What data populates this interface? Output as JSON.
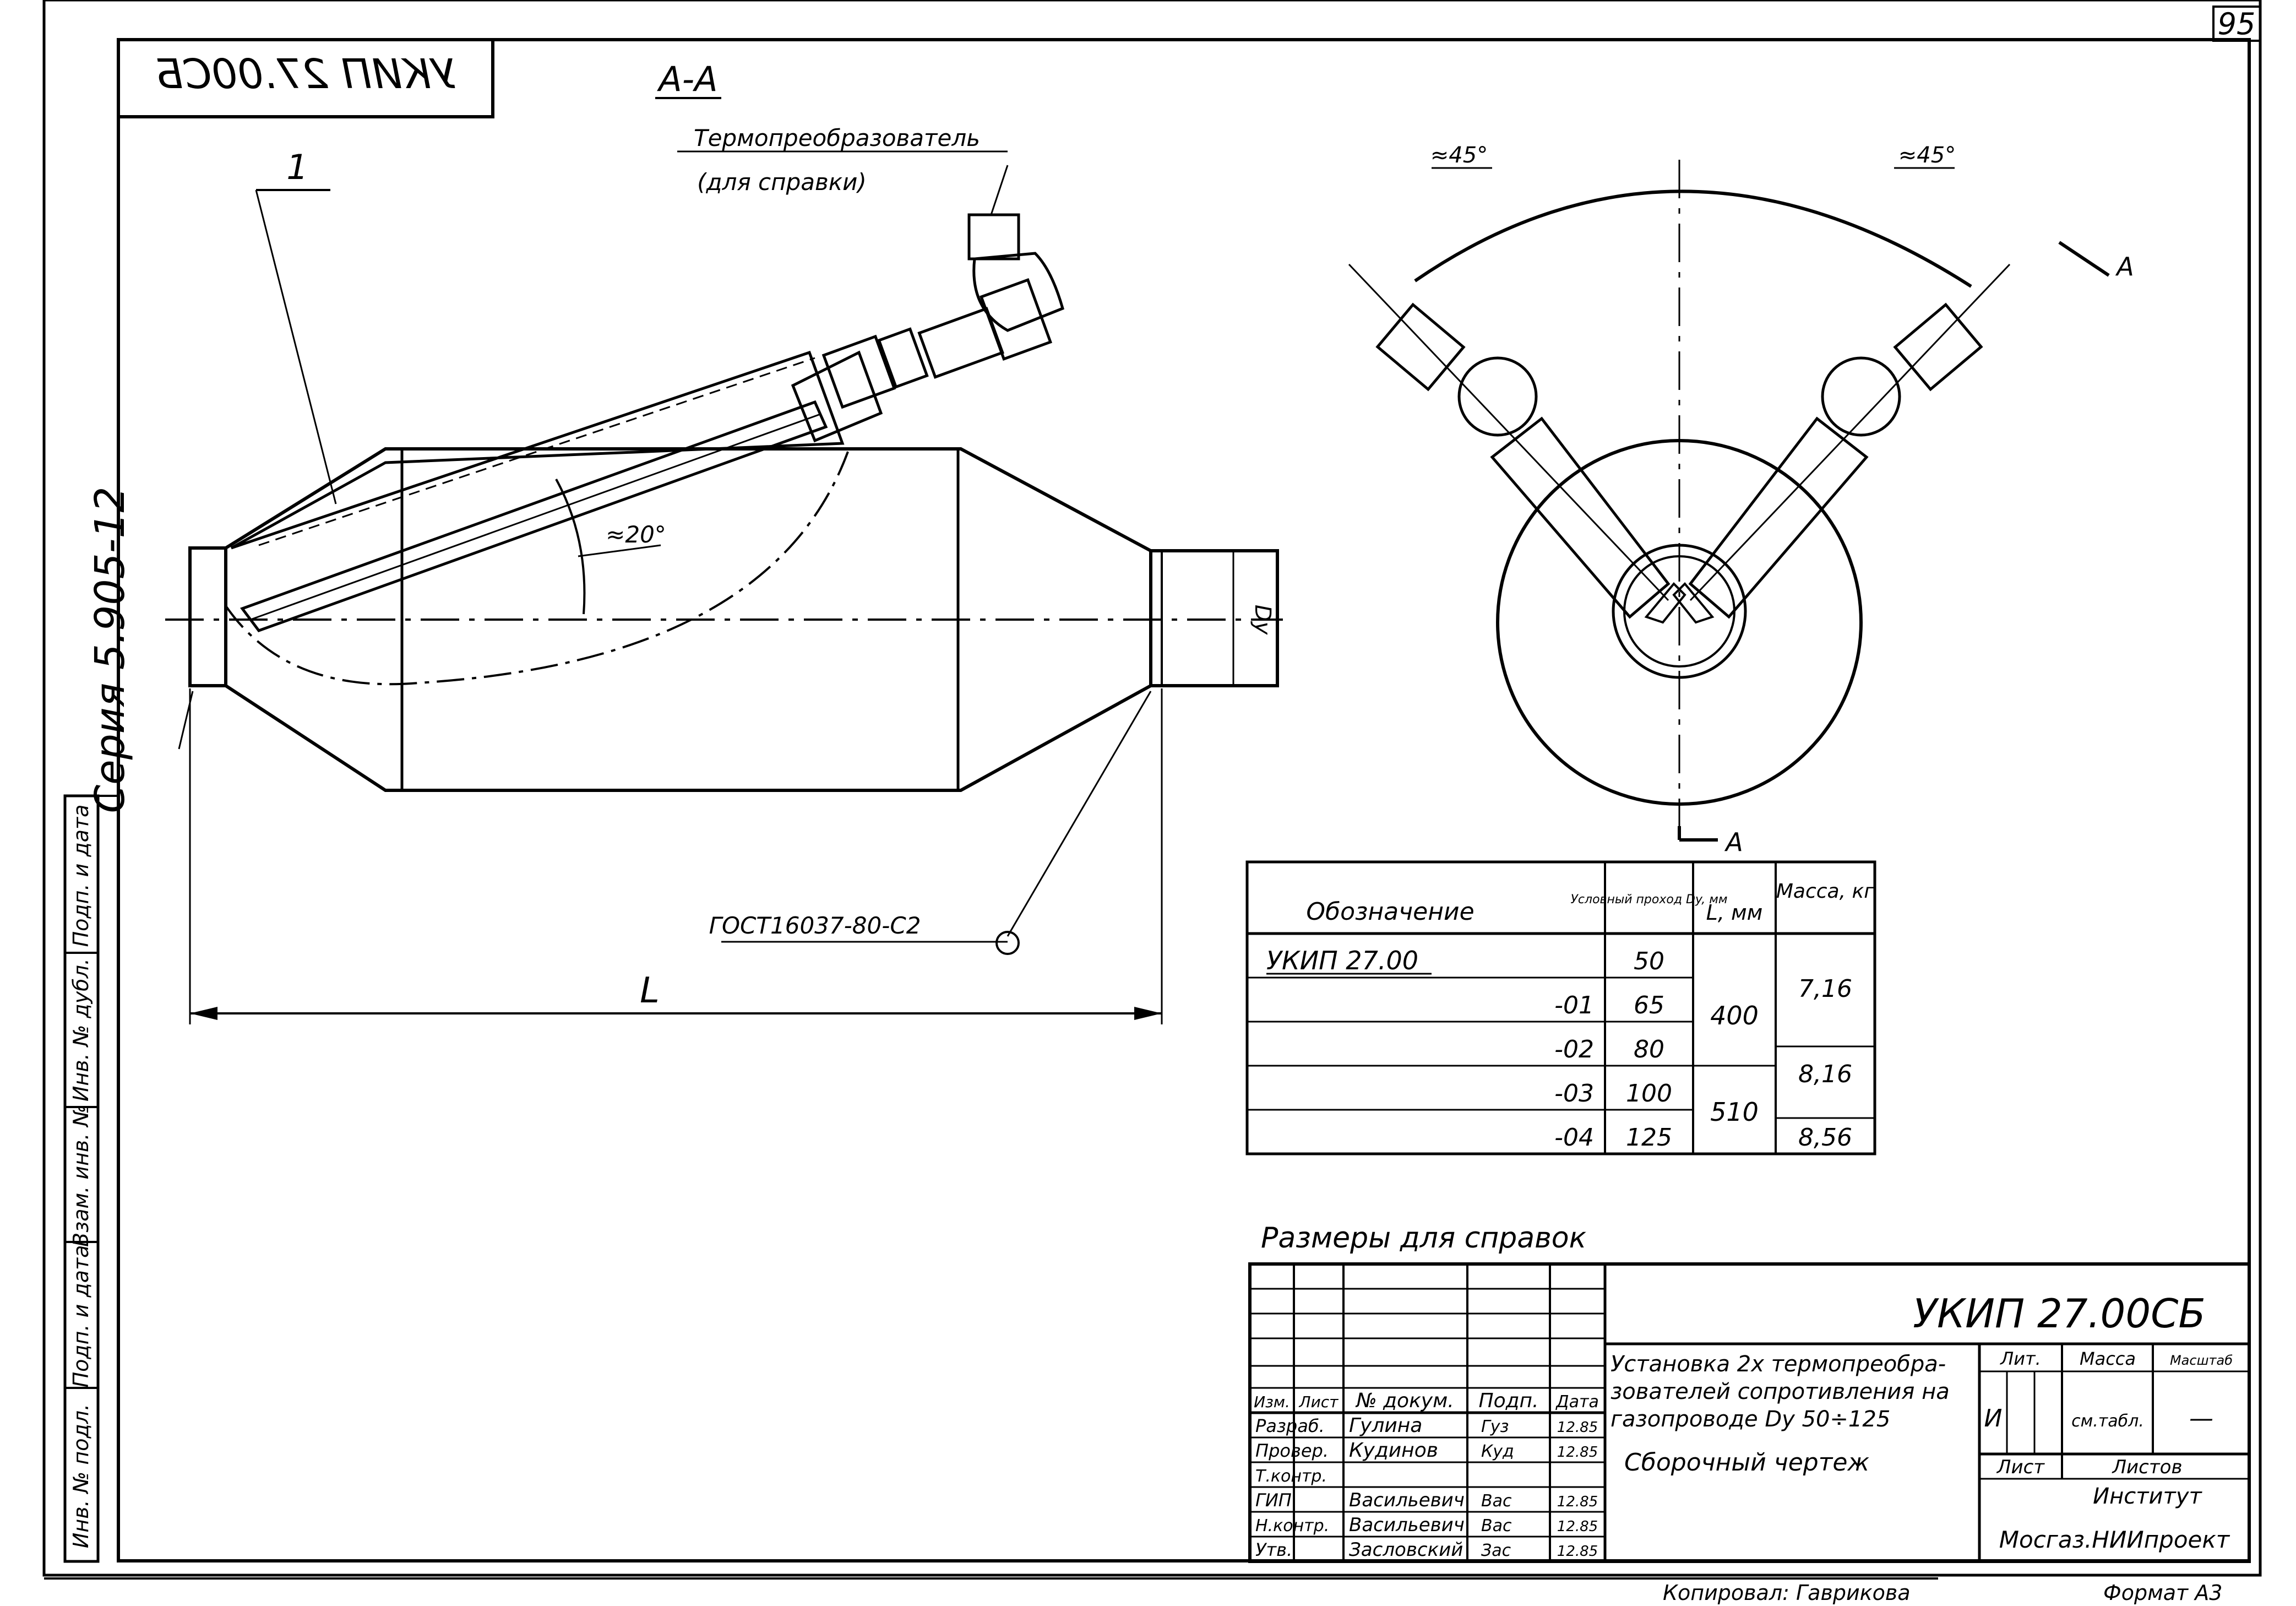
{
  "sheet": {
    "page_number": "95",
    "series": "Серия 5.905-12",
    "code_mirrored": "УКИП 27.00СБ"
  },
  "drawing": {
    "section_label": "А-А",
    "section_mark": "А",
    "callout_1": "1",
    "sensor_label": "Термопреобразователь",
    "sensor_note": "(для справки)",
    "angle_20": "≈20°",
    "angle_45_left": "≈45°",
    "angle_45_right": "≈45°",
    "dim_dy": "Dy",
    "dim_L": "L",
    "weld_label": "ГОСТ16037-80-С2",
    "ref_note": "Размеры для справок"
  },
  "spec_table": {
    "headers": [
      "Обозначение",
      "Условный проход Dy, мм",
      "L, мм",
      "Масса, кг"
    ],
    "rows": [
      {
        "designation": "УКИП 27.00",
        "dy": "50"
      },
      {
        "designation": "-01",
        "dy": "65"
      },
      {
        "designation": "-02",
        "dy": "80"
      },
      {
        "designation": "-03",
        "dy": "100"
      },
      {
        "designation": "-04",
        "dy": "125"
      }
    ],
    "L_values": [
      "400",
      "510"
    ],
    "mass_values": [
      "7,16",
      "8,16",
      "8,56"
    ]
  },
  "title_block": {
    "code": "УКИП 27.00СБ",
    "name_line1": "Установка 2х термопреобра-",
    "name_line2": "зователей сопротивления на",
    "name_line3": "газопроводе Dy 50÷125",
    "doc_type": "Сборочный чертеж",
    "col_headers": [
      "Изм.",
      "Лист",
      "№ докум.",
      "Подп.",
      "Дата"
    ],
    "people": [
      {
        "role": "Разраб.",
        "name": "Гулина",
        "sign": "Гуз",
        "date": "12.85"
      },
      {
        "role": "Провер.",
        "name": "Кудинов",
        "sign": "Куд",
        "date": "12.85"
      },
      {
        "role": "Т.контр.",
        "name": "",
        "sign": "",
        "date": ""
      },
      {
        "role": "ГИП",
        "name": "Васильевич",
        "sign": "Вас",
        "date": "12.85"
      },
      {
        "role": "Н.контр.",
        "name": "Васильевич",
        "sign": "Вас",
        "date": "12.85"
      },
      {
        "role": "Утв.",
        "name": "Засловский",
        "sign": "Зас",
        "date": "12.85"
      }
    ],
    "lit_label": "Лит.",
    "mass_label": "Масса",
    "scale_label": "Масштаб",
    "lit_value": "И",
    "mass_value": "см.табл.",
    "scale_value": "—",
    "sheet_label": "Лист",
    "sheets_label": "Листов",
    "institute_label": "Институт",
    "institute_name": "Мосгаз.НИИпроект",
    "copied_by": "Копировал: Гаврикова",
    "format": "Формат А3"
  },
  "side_stamps": [
    "Инв. № подл.",
    "Подп. и дата",
    "Взам. инв. №",
    "Инв. № дубл.",
    "Подп. и дата"
  ]
}
